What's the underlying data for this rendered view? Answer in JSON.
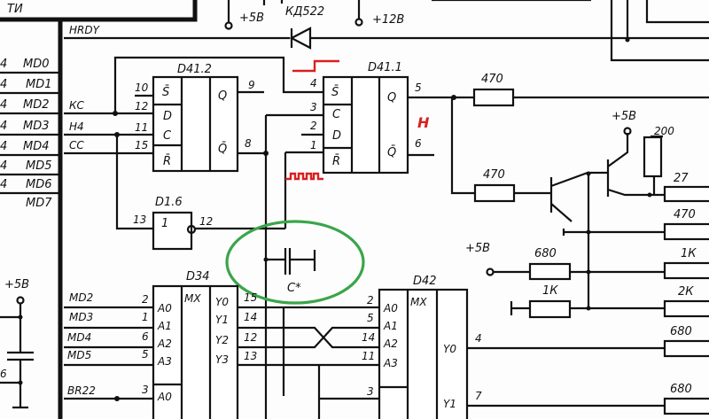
{
  "title_block": {
    "label": "ТИ"
  },
  "power": {
    "p5_top": "+5В",
    "p12": "+12В",
    "p5_right": "+5В",
    "p5_mid": "+5В",
    "p5_left": "+5В"
  },
  "diode": {
    "label": "КД522"
  },
  "signals": {
    "hrdy": "HRDY",
    "kc": "КС",
    "h4": "Н4",
    "cc": "СС",
    "br22": "BR22"
  },
  "bus_lines": [
    "MD0",
    "MD1",
    "MD2",
    "MD3",
    "MD4",
    "MD5",
    "MD6",
    "MD7"
  ],
  "bus_pin_prefix": "4",
  "d41_2": {
    "label": "D41.2",
    "in_labels": [
      "S̄",
      "D",
      "C",
      "R̄"
    ],
    "in_pins": [
      "10",
      "12",
      "11",
      "15"
    ],
    "out_labels": [
      "Q",
      "Q̄"
    ],
    "out_pins": [
      "9",
      "8"
    ]
  },
  "d41_1": {
    "label": "D41.1",
    "in_labels": [
      "S̄",
      "C",
      "D",
      "R̄"
    ],
    "in_pins": [
      "4",
      "3",
      "2",
      "1"
    ],
    "out_labels": [
      "Q",
      "Q̄"
    ],
    "out_pins": [
      "5",
      "6"
    ]
  },
  "d1_6": {
    "label": "D1.6",
    "func": "1",
    "in_pin": "13",
    "out_pin": "12"
  },
  "capacitor": {
    "label": "C*"
  },
  "d34": {
    "label": "D34",
    "type": "MX",
    "in_signals": [
      "MD2",
      "MD3",
      "MD4",
      "MD5"
    ],
    "in_pins": [
      "2",
      "1",
      "6",
      "5"
    ],
    "in_labels": [
      "A0",
      "A1",
      "A2",
      "A3"
    ],
    "out_labels": [
      "Y0",
      "Y1",
      "Y2",
      "Y3"
    ],
    "out_pins": [
      "15",
      "14",
      "12",
      "13"
    ],
    "bottom_pin": "3",
    "bottom_label": "A0"
  },
  "d42": {
    "label": "D42",
    "type": "MX",
    "in_pins": [
      "2",
      "5",
      "14",
      "11"
    ],
    "in_labels": [
      "A0",
      "A1",
      "A2",
      "A3"
    ],
    "bottom_pin": "3",
    "out_labels": [
      "Y0",
      "Y1"
    ],
    "out_pins": [
      "4",
      "7"
    ]
  },
  "resistors": {
    "r_top": "470",
    "r_mid": "470",
    "r_200": "200",
    "r_27": "27",
    "r_680": "680",
    "r_1k": "1К",
    "right": [
      "470",
      "1К",
      "2К",
      "680",
      "680"
    ]
  },
  "annotations": {
    "red_mark": "H",
    "colors": {
      "red": "#d82020",
      "green": "#3aa54a"
    }
  },
  "left_partial": {
    "num": "6"
  }
}
